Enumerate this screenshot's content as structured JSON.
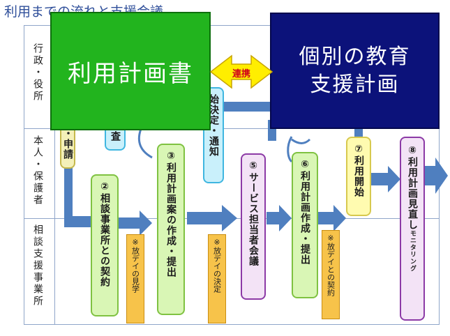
{
  "title": "利用までの流れと支援会議",
  "lanes": [
    "行政・役所",
    "本人・保護者",
    "相談支援事業所"
  ],
  "big_boxes": {
    "plan": "利用計画書",
    "edu_line1": "個別の教育",
    "edu_line2": "支援計画",
    "link": "連携"
  },
  "partial_boxes": {
    "shinsei": "・申請",
    "sa": "査",
    "kettei": "始決定・通知"
  },
  "steps": {
    "s2": "②相談事業所との契約",
    "s3": "③利用計画案の作成・提出",
    "s5": "⑤サービス担当者会議",
    "s6": "⑥利用計画作成・提出",
    "s7": "⑦利用開始",
    "s8_main": "⑧利用計画見直し",
    "s8_sub": "モニタリング"
  },
  "notes": {
    "n1": "※放デイの見学",
    "n2": "※放デイの決定",
    "n3": "※放デイとの契約"
  },
  "colors": {
    "arrow": "#4f7fbf",
    "plan_green": "#22b41e",
    "edu_navy": "#0c127a",
    "link_yellow": "#ffee00",
    "link_text": "#d0001a"
  }
}
